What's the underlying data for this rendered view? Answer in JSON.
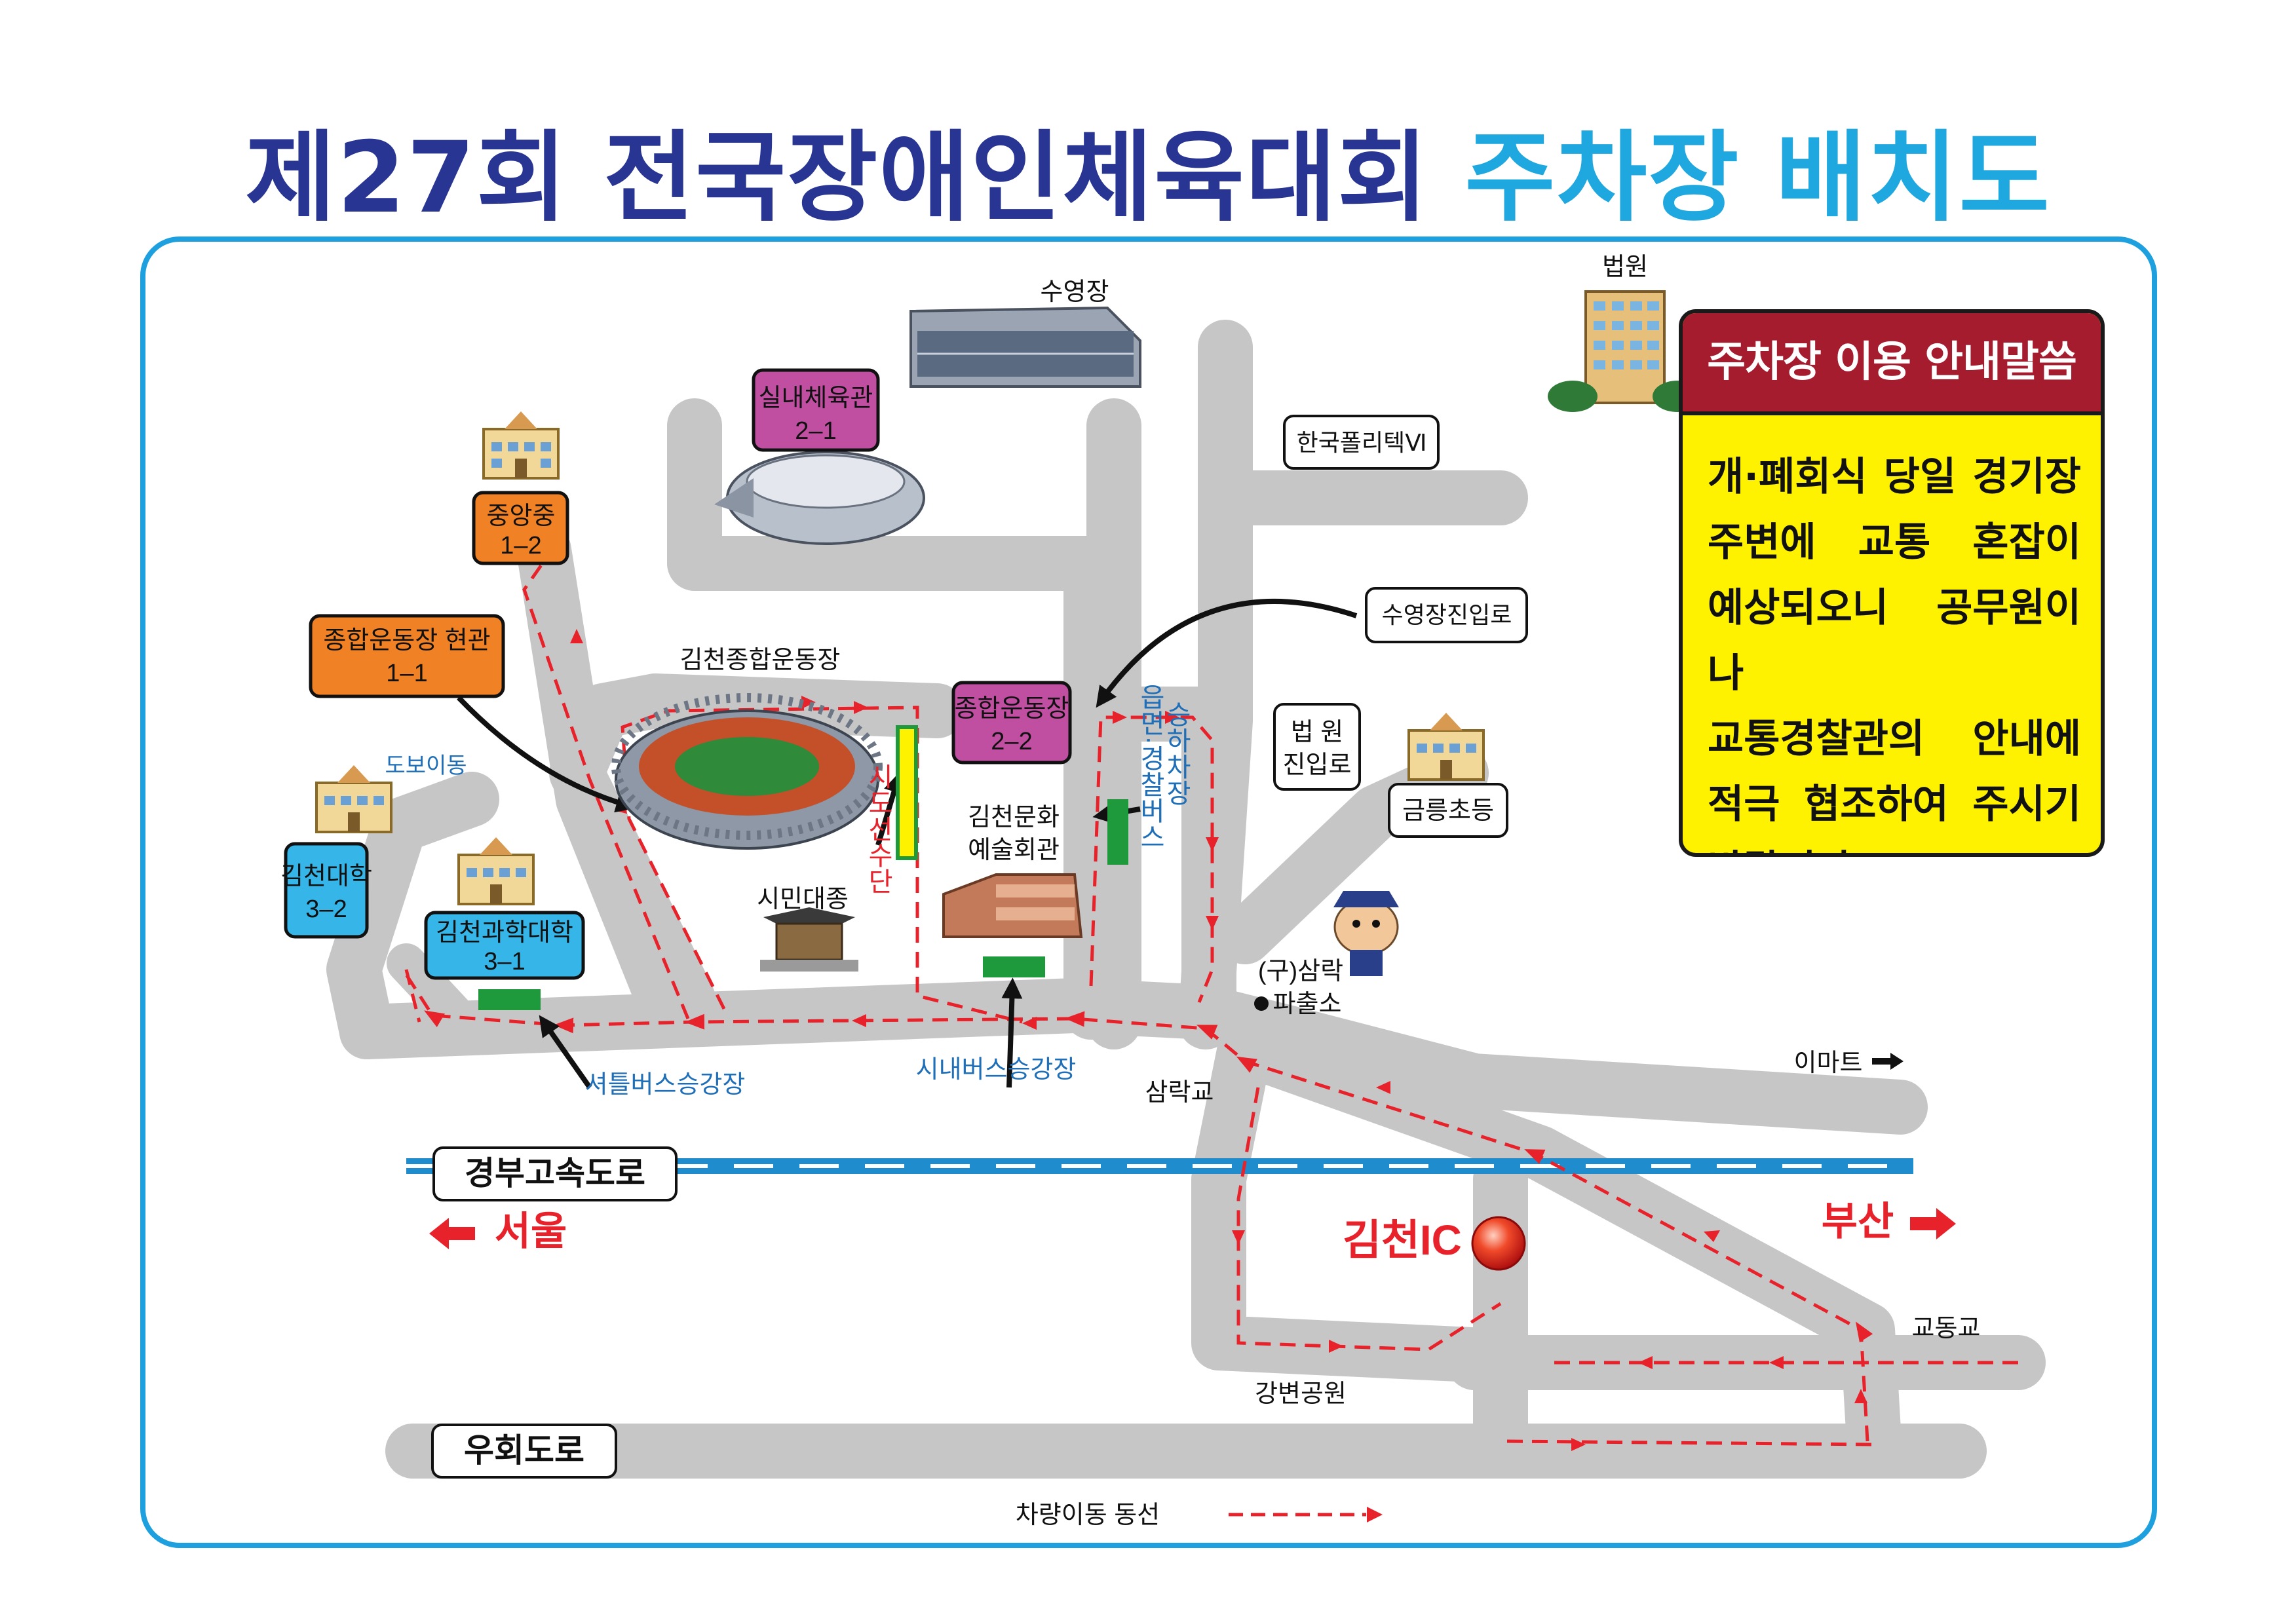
{
  "title": {
    "part1": "제27회 전국장애인체육대회",
    "part2": "주차장 배치도"
  },
  "colors": {
    "title_navy": "#283593",
    "title_cyan": "#1fa8df",
    "frame": "#1ea0df",
    "road": "#c6c6c6",
    "route": "#e8222a",
    "bus_stop": "#1e9a3c",
    "label_purple": "#c04fa2",
    "label_orange": "#f08125",
    "label_cyan": "#35b5e8",
    "notice_yellow": "#fff200",
    "notice_header": "#a51c2e"
  },
  "notice": {
    "title": "주차장 이용 안내말씀",
    "lines": [
      "개·폐회식 당일 경기장",
      "주변에 교통 혼잡이",
      "예상되오니 공무원이나",
      "교통경찰관의 안내에",
      "적극 협조하여 주시기",
      "바랍니다."
    ]
  },
  "parking_lots": [
    {
      "name": "실내체육관",
      "code": "2–1",
      "color": "purple"
    },
    {
      "name": "중앙중",
      "code": "1–2",
      "color": "orange"
    },
    {
      "name": "종합운동장 현관",
      "code": "1–1",
      "color": "orange"
    },
    {
      "name": "종합운동장",
      "code": "2–2",
      "color": "purple"
    },
    {
      "name": "김천대학",
      "code": "3–2",
      "color": "cyan"
    },
    {
      "name": "김천과학대학",
      "code": "3–1",
      "color": "cyan"
    }
  ],
  "places": {
    "pool": "수영장",
    "court": "법원",
    "polytech": "한국폴리텍Ⅵ",
    "pool_entrance": "수영장진입로",
    "stadium": "김천종합운동장",
    "court_entrance_1": "법  원",
    "court_entrance_2": "진입로",
    "geumneung": "금릉초등",
    "culture_1": "김천문화",
    "culture_2": "예술회관",
    "bell": "시민대종",
    "walkway": "도보이동",
    "police_1": "(구)삼락",
    "police_2": "파출소",
    "samnak_bridge": "삼락교",
    "emart": "이마트",
    "gyodong_bridge": "교동교",
    "riverside_park": "강변공원",
    "gimcheon_ic": "김천IC",
    "seoul": "서울",
    "busan": "부산",
    "expressway": "경부고속도로",
    "bypass": "우회도로"
  },
  "bus_stops": {
    "shuttle": "셔틀버스승강장",
    "city_bus": "시내버스승강장",
    "delegation": "시도선수단",
    "ride_col1": "승하차장",
    "ride_col2": "읍면·경찰버스"
  },
  "legend": {
    "route_label": "차량이동 동선"
  }
}
